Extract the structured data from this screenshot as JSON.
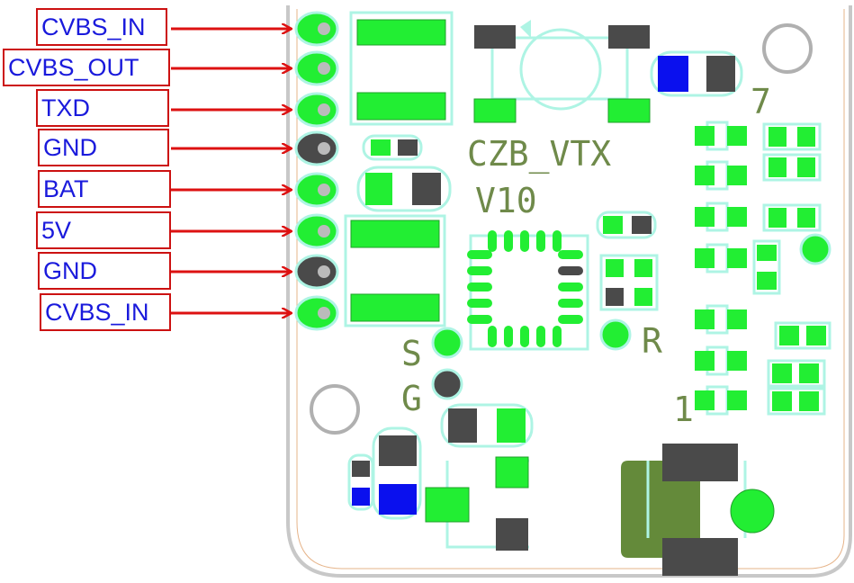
{
  "pin_labels": [
    "CVBS_IN",
    "CVBS_OUT",
    "TXD",
    "GND",
    "BAT",
    "5V",
    "GND",
    "CVBS_IN"
  ],
  "silkscreen": {
    "board_name": "CZB_VTX",
    "version": "V10",
    "pad_s": "S",
    "pad_g": "G",
    "pad_r": "R",
    "pin_7": "7",
    "pin_1": "1"
  },
  "colors": {
    "arrow": "#dd1111",
    "label_border": "#cc1111",
    "label_text": "#1a1adc",
    "pad_green": "#22ee33",
    "pad_dark": "#4a4a4a",
    "pad_blue": "#0a10ee",
    "outline_cyan": "#aef4e4",
    "board_edge": "#c8c8c8",
    "silk_text": "#6f8a4a",
    "antenna_pad": "#648a3a"
  }
}
